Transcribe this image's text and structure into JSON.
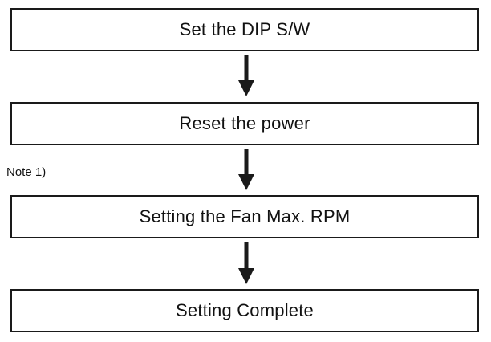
{
  "flowchart": {
    "steps": [
      {
        "label": "Set the DIP S/W"
      },
      {
        "label": "Reset the power"
      },
      {
        "label": "Setting the Fan Max. RPM"
      },
      {
        "label": "Setting Complete"
      }
    ],
    "note": "Note 1)"
  },
  "colors": {
    "stroke": "#1a1a1a",
    "background": "#ffffff",
    "text": "#111111"
  }
}
